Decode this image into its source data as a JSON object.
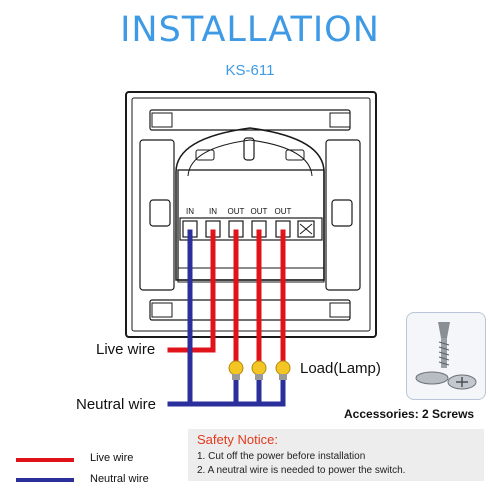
{
  "header": {
    "title": "INSTALLATION",
    "model": "KS-611"
  },
  "terminals": [
    "IN",
    "IN",
    "OUT",
    "OUT",
    "OUT"
  ],
  "labels": {
    "live_wire": "Live wire",
    "neutral_wire": "Neutral wire",
    "load": "Load(Lamp)",
    "accessories": "Accessories: 2 Screws"
  },
  "legend": {
    "live": "Live wire",
    "neutral": "Neutral wire",
    "live_color": "#e0121a",
    "neutral_color": "#2a2f9c"
  },
  "safety": {
    "title": "Safety Notice:",
    "items": [
      "1. Cut off the power before installation",
      "2. A neutral wire is needed to power the switch."
    ]
  },
  "colors": {
    "title": "#3f9ae6",
    "live": "#e0121a",
    "neutral": "#2a2f9c",
    "bulb": "#f3c623"
  }
}
